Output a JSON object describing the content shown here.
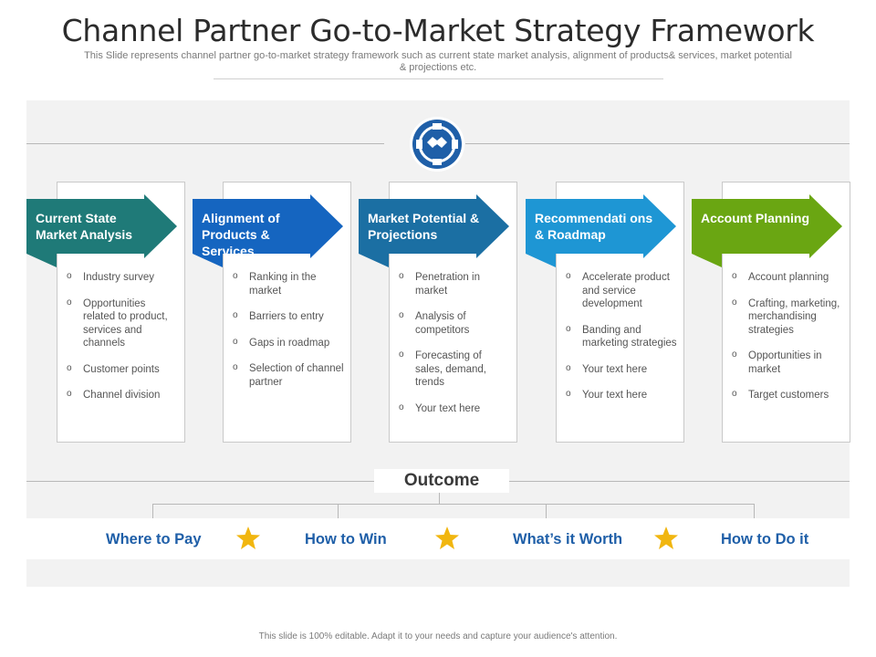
{
  "header": {
    "title": "Channel Partner Go-to-Market Strategy Framework",
    "subtitle": "This Slide represents channel partner go-to-market strategy framework such as current state market analysis, alignment of products& services, market potential & projections etc."
  },
  "hub_icon": "handshake-gear-icon",
  "colors": {
    "step1": "#1f7a78",
    "step2": "#1565c0",
    "step3": "#1b6fa3",
    "step4": "#1e96d4",
    "step5": "#6aa612",
    "hub": "#1f5fa8",
    "outcome_text": "#1f5fa8",
    "star": "#f1b60f"
  },
  "steps": [
    {
      "label": "Current State Market Analysis",
      "bullets": [
        "Industry survey",
        "Opportunities related to product, services and channels",
        "Customer points",
        "Channel division"
      ]
    },
    {
      "label": "Alignment of Products & Services",
      "bullets": [
        "Ranking in the market",
        "Barriers to entry",
        "Gaps in roadmap",
        "Selection of channel partner"
      ]
    },
    {
      "label": "Market Potential & Projections",
      "bullets": [
        "Penetration in market",
        "Analysis of competitors",
        "Forecasting of sales, demand, trends",
        "Your text here"
      ]
    },
    {
      "label": "Recommendati ons & Roadmap",
      "bullets": [
        "Accelerate product and service development",
        "Banding and marketing strategies",
        "Your text here",
        "Your text here"
      ]
    },
    {
      "label": "Account Planning",
      "bullets": [
        "Account planning",
        "Crafting, marketing, merchandising strategies",
        "Opportunities in market",
        "Target customers"
      ]
    }
  ],
  "outcome": {
    "title": "Outcome",
    "items": [
      "Where to Pay",
      "How to Win",
      "What’s it Worth",
      "How to Do it"
    ],
    "separator_icon": "star-icon"
  },
  "footer": "This slide is 100% editable. Adapt it to your needs and capture your audience's attention."
}
